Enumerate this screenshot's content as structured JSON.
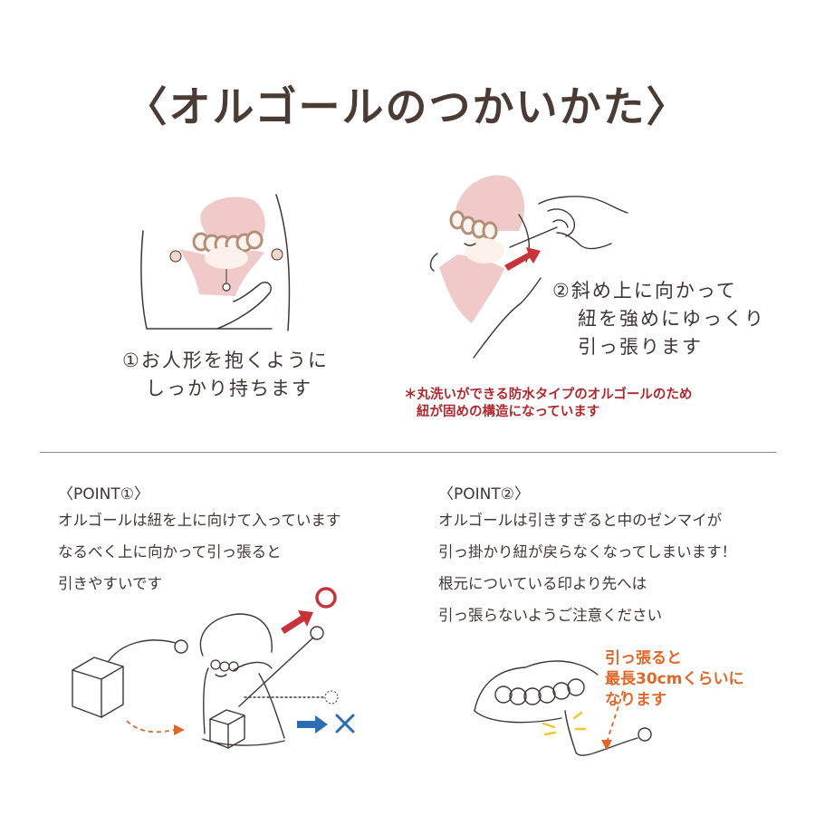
{
  "title": "〈オルゴールのつかいかた〉",
  "step1": {
    "lines": [
      "①お人形を抱くように",
      "しっかり持ちます"
    ]
  },
  "step2": {
    "lines": [
      "②斜め上に向かって",
      "紐を強めにゆっくり",
      "引っ張ります"
    ]
  },
  "waterproof_note": {
    "lines": [
      "＊丸洗いができる防水タイプのオルゴールのため",
      "紐が固めの構造になっています"
    ]
  },
  "point1": {
    "heading": "〈POINT①〉",
    "lines": [
      "オルゴールは紐を上に向けて入っています",
      "なるべく上に向かって引っ張ると",
      "引きやすいです"
    ]
  },
  "point2": {
    "heading": "〈POINT②〉",
    "lines": [
      "オルゴールは引きすぎると中のゼンマイが",
      "引っ掛かり紐が戻らなくなってしまいます！",
      "根元についている印より先へは",
      "引っ張らないようご注意ください"
    ]
  },
  "length_note": {
    "lines": [
      "引っ張ると",
      "最長30cmくらいに",
      "なります"
    ]
  },
  "colors": {
    "text": "#3f3633",
    "title": "#4a3c34",
    "warning_red": "#b0282e",
    "arrow_red": "#c8333b",
    "orange": "#e0672a",
    "blue": "#2e6db4",
    "pink": "#f0c9c9",
    "hair": "#b68e78"
  }
}
